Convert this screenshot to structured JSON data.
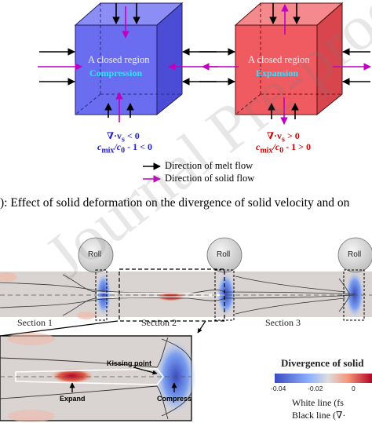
{
  "top_panel": {
    "left_cube": {
      "title": "A closed region",
      "mode": "Compression",
      "eq_div": "∇·v",
      "eq_div_sub": "s",
      "eq_div_rel": " < 0",
      "eq_c": "c",
      "eq_c_sub": "mix",
      "eq_c_rest": "/c",
      "eq_c0_sub": "0",
      "eq_c_rel": " - 1 < 0",
      "face_color": "#6b6df0",
      "mode_color": "#35e0ff"
    },
    "right_cube": {
      "title": "A closed region",
      "mode": "Expansion",
      "eq_div": "∇·v",
      "eq_div_sub": "s",
      "eq_div_rel": " > 0",
      "eq_c": "c",
      "eq_c_sub": "mix",
      "eq_c_rest": "/c",
      "eq_c0_sub": "0",
      "eq_c_rel": " - 1 > 0",
      "face_color": "#f05b62",
      "mode_color": "#35e0ff"
    },
    "legend": {
      "melt_flow": "Direction of melt flow",
      "solid_flow": "Direction of solid flow",
      "melt_color": "#000000",
      "solid_color": "#c000c0"
    },
    "caption": "): Effect of solid deformation on the divergence of solid velocity and on"
  },
  "bottom_panel": {
    "roll_label": "Roll",
    "sections": [
      "Section 1",
      "Section 2",
      "Section 3"
    ],
    "inset": {
      "kissing_point": "Kissing point",
      "expand": "Expand",
      "compress": "Compress"
    },
    "colorbar": {
      "title": "Divergence of solid",
      "ticks": [
        "-0.04",
        "-0.02",
        "0"
      ]
    },
    "lines": {
      "white": "White line (fs",
      "black": "Black line (∇·"
    }
  },
  "watermark": "Journal Pre-proof"
}
